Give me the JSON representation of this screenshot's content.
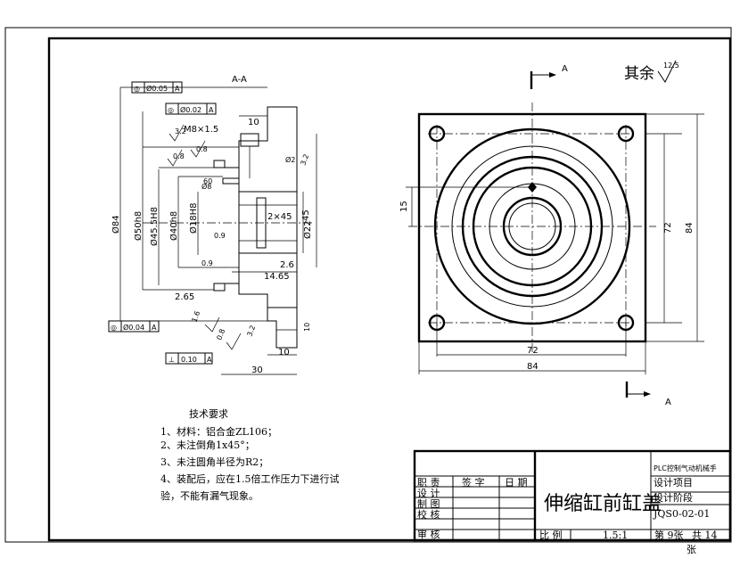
{
  "section_label": "A-A",
  "view_marker": "A",
  "roughness": {
    "label": "其余",
    "value": "12.5"
  },
  "left_view": {
    "gdt": [
      {
        "symbol": "◎",
        "tol": "Ø0.05",
        "datum": "A"
      },
      {
        "symbol": "◎",
        "tol": "Ø0.02",
        "datum": "A"
      },
      {
        "symbol": "◎",
        "tol": "Ø0.04",
        "datum": "A"
      },
      {
        "symbol": "⊥",
        "tol": "0.10",
        "datum": "A"
      }
    ],
    "dims": {
      "d10_top": "10",
      "thread": "M8×1.5",
      "r32_a": "3.2",
      "r08": "0.8",
      "r08b": "0.8",
      "r32_b": "3.2",
      "d62": "Ø2",
      "d60": "60",
      "r09": "0.9",
      "r09b": "0.9",
      "chamfer": "2×45",
      "d22": "Ø22",
      "d45": "45",
      "d26": "2.6",
      "d1465": "14.65",
      "d265": "2.65",
      "d84": "Ø84",
      "d50": "Ø50h8",
      "d455": "Ø45.5H8",
      "d40": "Ø40h8",
      "d18": "Ø18H8",
      "r16": "1.6",
      "r08c": "0.8",
      "r32c": "3.2",
      "d30": "30",
      "d10_bot": "10",
      "d10v": "10",
      "d0": "Ø8"
    }
  },
  "right_view": {
    "dims": {
      "d15": "15",
      "d72v": "72",
      "d84v": "84",
      "d72h": "72",
      "d84h": "84"
    }
  },
  "notes": {
    "title": "技术要求",
    "items": [
      "1、材料：铝合金ZL106；",
      "2、未注倒角1x45°；",
      "3、未注圆角半径为R2；",
      "4、装配后，应在1.5倍工作压力下进行试",
      "验，不能有漏气现象。"
    ]
  },
  "title_block": {
    "headers": [
      "签 字",
      "日 期"
    ],
    "roles": [
      "设 计",
      "制 图",
      "校 核",
      "审 核"
    ],
    "role_top": "职 责",
    "part_name": "伸缩缸前缸盖",
    "project_title": "PLC控制气动机械手",
    "project_label": "设计项目",
    "stage_label": "设计阶段",
    "drawing_no": "JQS0-02-01",
    "scale_label": "比 例",
    "scale": "1.5:1",
    "sheet": "第 9张",
    "total": "共 14",
    "unit": "张"
  }
}
